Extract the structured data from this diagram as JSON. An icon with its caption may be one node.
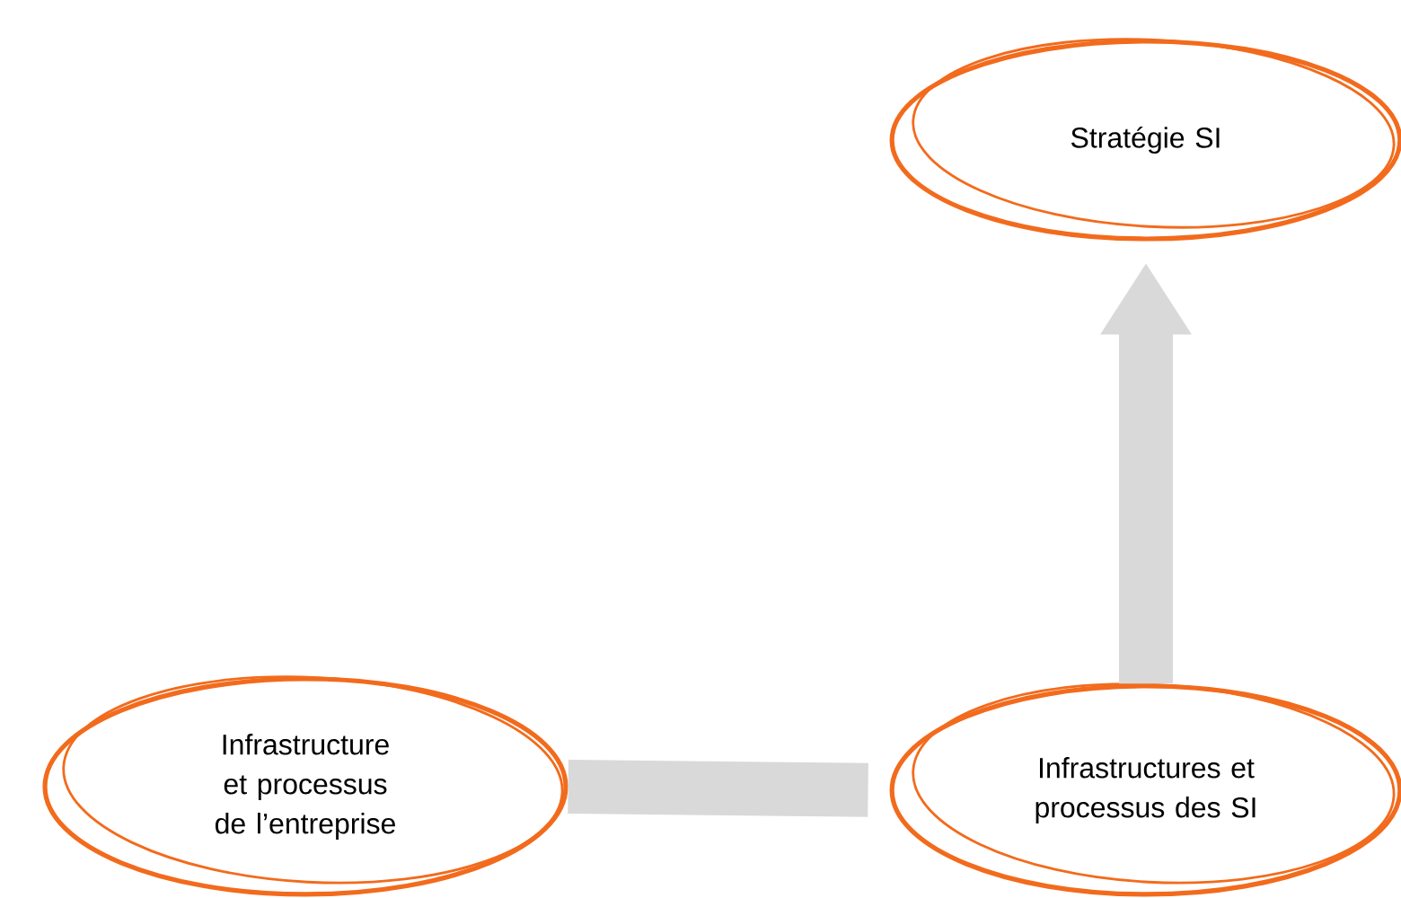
{
  "diagram": {
    "nodes": [
      {
        "text": [
          "Infrastructure et processus de l’entreprise"
        ]
      },
      {
        "text": [
          "Stratégie SI"
        ]
      },
      {
        "text": [
          "Infrastructures et processus des SI"
        ]
      }
    ],
    "edges": [
      {
        "from": 0,
        "to": 2,
        "arrow": "none"
      },
      {
        "from": 2,
        "to": 1,
        "arrow": "to"
      }
    ]
  }
}
